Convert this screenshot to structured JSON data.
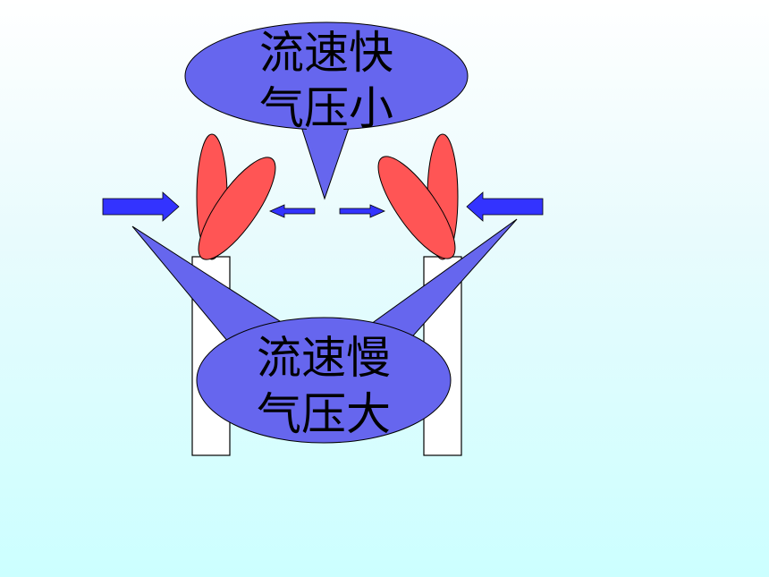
{
  "top_callout": {
    "line1": "流速快",
    "line2": "气压小"
  },
  "bottom_callout": {
    "line1": "流速慢",
    "line2": "气压大"
  },
  "colors": {
    "callout_fill": "#6666ee",
    "arrow_fill": "#3333ff",
    "flame_fill": "#ff5555",
    "pillar_fill": "#ffffff"
  }
}
